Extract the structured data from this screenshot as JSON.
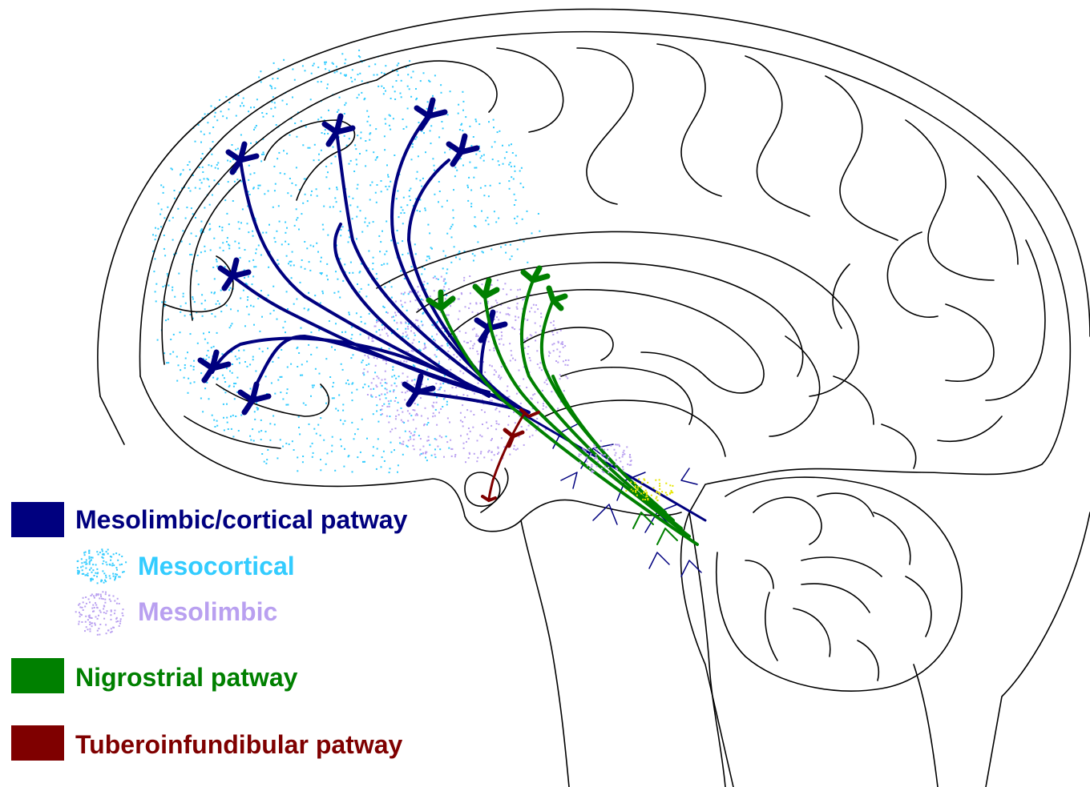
{
  "legend": [
    {
      "key": "mesolimbic_cortical",
      "label": "Mesolimbic/cortical patway",
      "color": "#00007f",
      "swatch": "solid"
    },
    {
      "key": "mesocortical",
      "label": "Mesocortical",
      "color": "#33ccff",
      "swatch": "dots"
    },
    {
      "key": "mesolimbic",
      "label": "Mesolimbic",
      "color": "#b9a0f0",
      "swatch": "dots"
    },
    {
      "key": "nigrostriatal",
      "label": "Nigrostrial patway",
      "color": "#008000",
      "swatch": "solid"
    },
    {
      "key": "tuberoinfundibular",
      "label": "Tuberoinfundibular patway",
      "color": "#7f0000",
      "swatch": "solid"
    }
  ],
  "colors": {
    "outline": "#000000",
    "mesolimbic_cortical": "#00007f",
    "mesocortical": "#33ccff",
    "mesolimbic": "#b9a0f0",
    "nigrostriatal": "#008000",
    "tuberoinfundibular": "#7f0000",
    "substantia": "#e5e500"
  }
}
